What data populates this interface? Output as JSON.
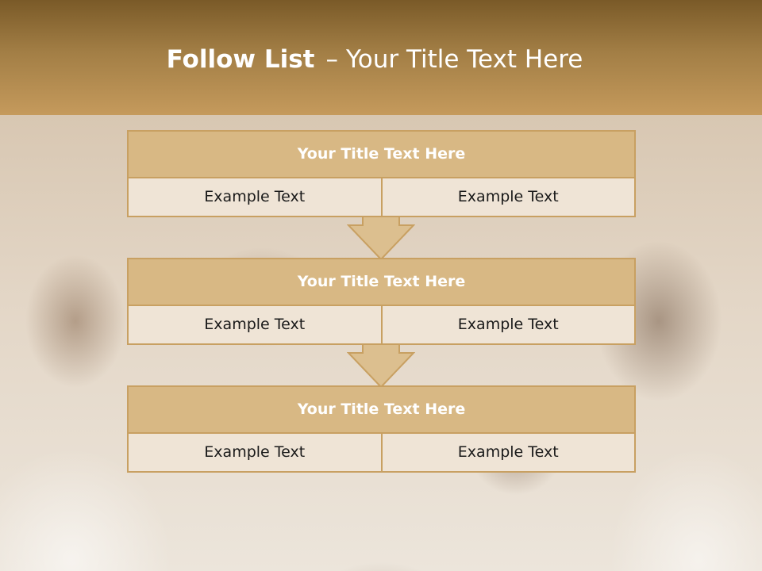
{
  "slide": {
    "title_bold": "Follow List",
    "title_separator": "–",
    "title_rest": "Your Title Text Here"
  },
  "steps": [
    {
      "title": "Your Title Text Here",
      "cells": [
        "Example Text",
        "Example Text"
      ]
    },
    {
      "title": "Your Title Text Here",
      "cells": [
        "Example Text",
        "Example Text"
      ]
    },
    {
      "title": "Your Title Text Here",
      "cells": [
        "Example Text",
        "Example Text"
      ]
    }
  ],
  "colors": {
    "header_top": "#7a5a28",
    "header_bottom": "#c59a5c",
    "box_title_fill": "#d8b884",
    "box_cell_fill": "#efe4d6",
    "box_border": "#c8a062",
    "arrow_fill": "#dcbf8f"
  }
}
